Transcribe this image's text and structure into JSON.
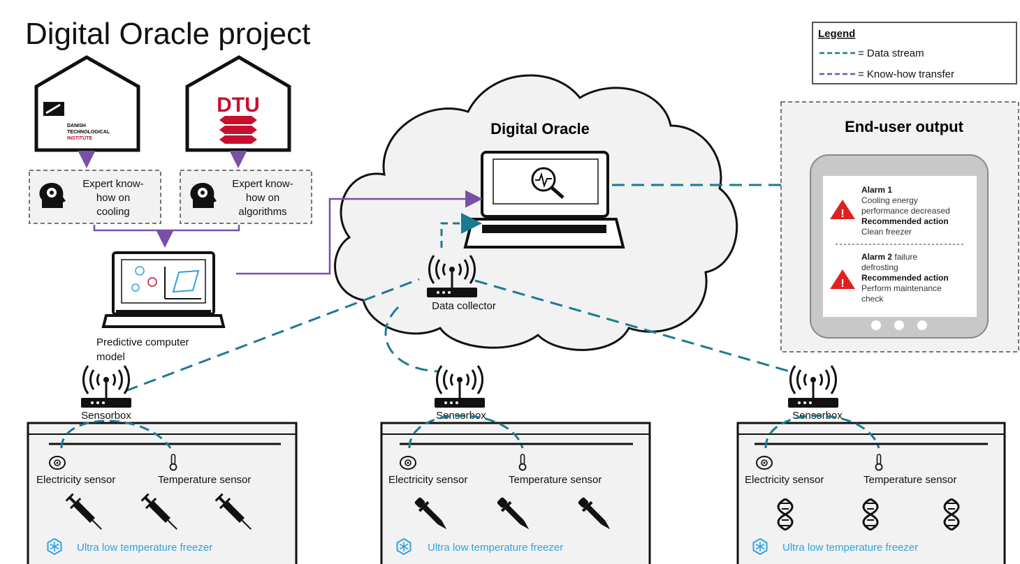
{
  "title": "Digital Oracle project",
  "legend": {
    "heading": "Legend",
    "items": [
      {
        "label": "= Data stream"
      },
      {
        "label": "= Know-how transfer"
      }
    ]
  },
  "institutes": {
    "left": {
      "logo_lines": [
        "DANISH",
        "TECHNOLOGICAL",
        "INSTITUTE"
      ]
    },
    "right": {
      "logo_text": "DTU"
    }
  },
  "expert_boxes": [
    {
      "lines": [
        "Expert know-",
        "how on",
        "cooling"
      ]
    },
    {
      "lines": [
        "Expert know-",
        "how on",
        "algorithms"
      ]
    }
  ],
  "predictive_model": {
    "lines": [
      "Predictive computer",
      "model"
    ]
  },
  "cloud": {
    "title": "Digital Oracle",
    "collector_label": "Data collector"
  },
  "end_user": {
    "title": "End-user output",
    "alarms": [
      {
        "title": "Alarm 1",
        "desc": [
          "Cooling energy",
          "performance decreased"
        ],
        "action_title": "Recommended action",
        "action": [
          "Clean freezer"
        ]
      },
      {
        "title": "Alarm 2",
        "title_suffix": " failure",
        "desc": [
          "defrosting"
        ],
        "action_title": "Recommended action",
        "action": [
          "Perform maintenance",
          "check"
        ]
      }
    ]
  },
  "freezers": [
    {
      "sensorbox": "Sensorbox",
      "electricity": "Electricity sensor",
      "temperature": "Temperature sensor",
      "name": "Ultra low temperature freezer",
      "contents": "syringe"
    },
    {
      "sensorbox": "Sensorbox",
      "electricity": "Electricity sensor",
      "temperature": "Temperature sensor",
      "name": "Ultra low temperature freezer",
      "contents": "pipette"
    },
    {
      "sensorbox": "Sensorbox",
      "electricity": "Electricity sensor",
      "temperature": "Temperature sensor",
      "name": "Ultra low temperature freezer",
      "contents": "dna"
    }
  ],
  "colors": {
    "data_stream": "#1b7a93",
    "know_how": "#7a4fa8",
    "freezer_label": "#2ea3e0",
    "alarm": "#e02020"
  }
}
